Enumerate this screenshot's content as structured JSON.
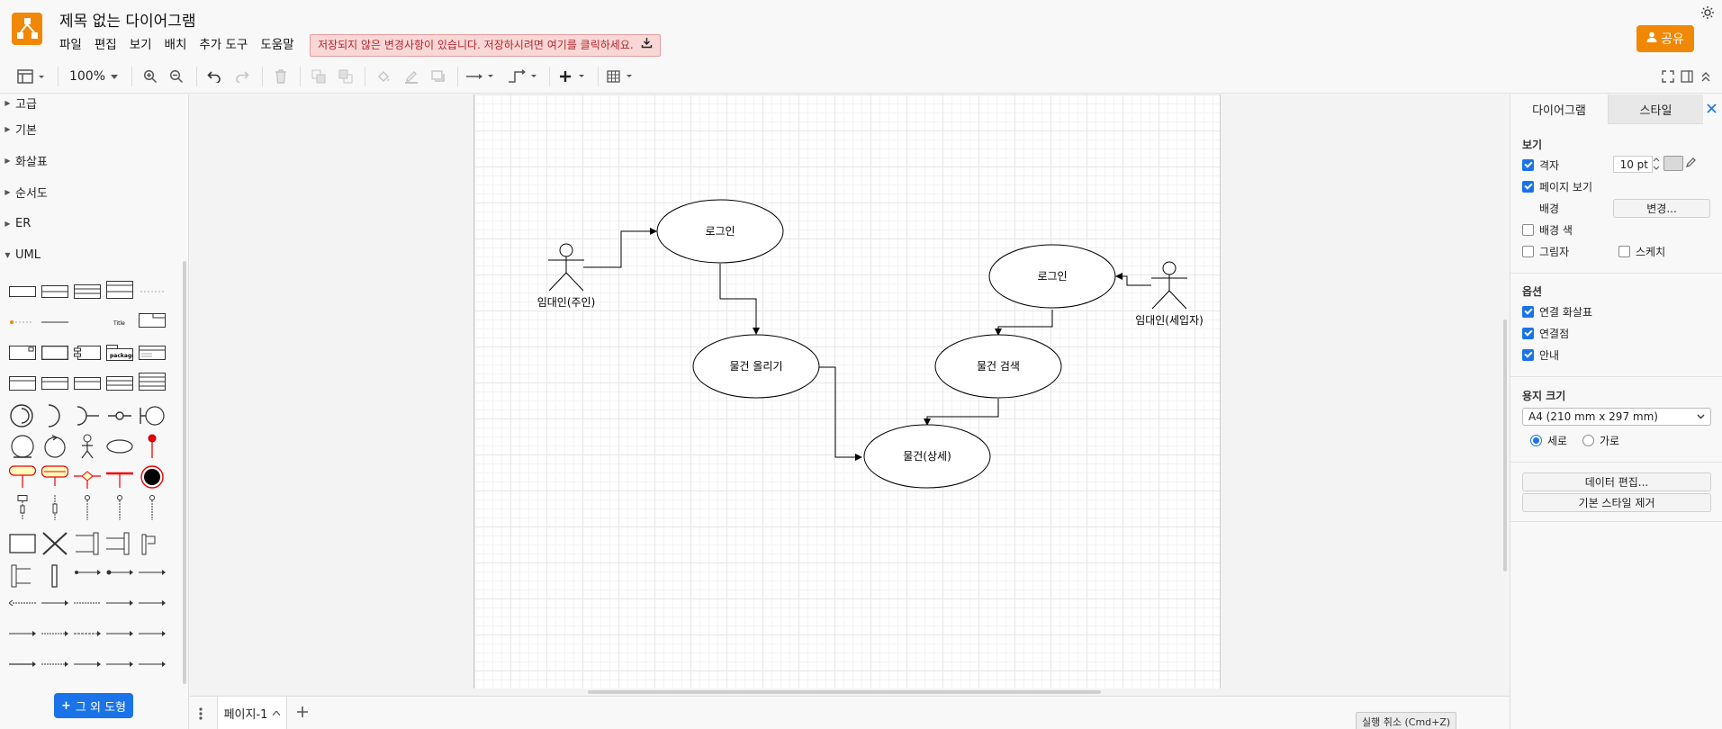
{
  "app": {
    "title": "제목 없는 다이어그램",
    "menus": [
      "파일",
      "편집",
      "보기",
      "배치",
      "추가 도구",
      "도움말"
    ],
    "unsaved_notice": "저장되지 않은 변경사항이 있습니다. 저장하시려면 여기를 클릭하세요.",
    "share_label": "공유",
    "brand_color": "#f08705",
    "accent_color": "#1a73e8"
  },
  "toolbar": {
    "zoom": "100%"
  },
  "sidebar": {
    "categories": [
      "고급",
      "기본",
      "화살표",
      "순서도",
      "ER",
      "UML"
    ],
    "more_shapes_label": "그 외 도형"
  },
  "diagram": {
    "actors": [
      {
        "label": "임대인(주인)"
      },
      {
        "label": "임대인(세입자)"
      }
    ],
    "use_cases": [
      {
        "label": "로그인"
      },
      {
        "label": "물건 올리기"
      },
      {
        "label": "로그인"
      },
      {
        "label": "물건 검색"
      },
      {
        "label": "물건(상세)"
      }
    ]
  },
  "bottom": {
    "page_tab": "페이지-1",
    "undo_tooltip": "실행 취소 (Cmd+Z)"
  },
  "right_panel": {
    "tabs": [
      "다이어그램",
      "스타일"
    ],
    "view_section": "보기",
    "grid_label": "격자",
    "grid_size": "10 pt",
    "page_view_label": "페이지 보기",
    "background_label": "배경",
    "change_button": "변경...",
    "background_color_label": "배경 색",
    "shadow_label": "그림자",
    "sketch_label": "스케치",
    "options_section": "옵션",
    "connection_arrows_label": "연결 화살표",
    "connection_points_label": "연결점",
    "guides_label": "안내",
    "paper_size_section": "용지 크기",
    "paper_size_value": "A4 (210 mm x 297 mm)",
    "portrait_label": "세로",
    "landscape_label": "가로",
    "edit_data_button": "데이터 편집...",
    "clear_style_button": "기본 스타일 제거",
    "checks": {
      "grid": true,
      "page_view": true,
      "background_color": false,
      "shadow": false,
      "sketch": false,
      "connection_arrows": true,
      "connection_points": true,
      "guides": true
    },
    "orientation": "portrait"
  }
}
